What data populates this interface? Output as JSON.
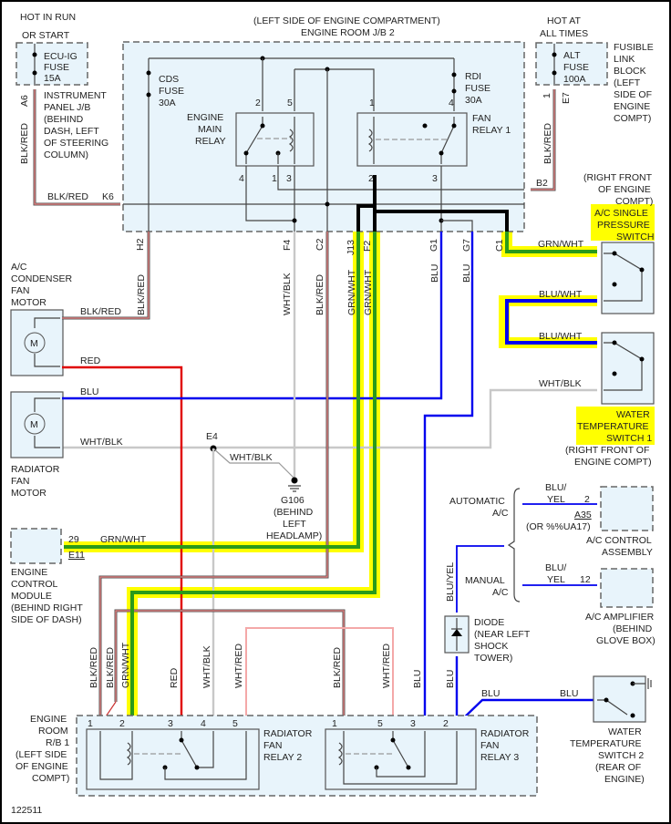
{
  "diagram": {
    "figure_id": "122511",
    "components": {
      "ecu_ig_fuse": {
        "header": [
          "HOT IN RUN",
          "OR START"
        ],
        "label": [
          "ECU-IG",
          "FUSE",
          "15A"
        ],
        "connector": "A6",
        "location": [
          "INSTRUMENT",
          "PANEL J/B",
          "(BEHIND",
          "DASH, LEFT",
          "OF STEERING",
          "COLUMN)"
        ]
      },
      "engine_room_jb2": {
        "title": [
          "(LEFT SIDE OF ENGINE COMPARTMENT)",
          "ENGINE ROOM J/B 2"
        ]
      },
      "cds_fuse": {
        "label": [
          "CDS",
          "FUSE",
          "30A"
        ]
      },
      "rdi_fuse": {
        "label": [
          "RDI",
          "FUSE",
          "30A"
        ]
      },
      "engine_main_relay": {
        "label": [
          "ENGINE",
          "MAIN",
          "RELAY"
        ],
        "pins": [
          "2",
          "5",
          "4",
          "1",
          "3"
        ]
      },
      "fan_relay_1": {
        "label": [
          "FAN",
          "RELAY 1"
        ],
        "pins": [
          "1",
          "4",
          "2",
          "3"
        ]
      },
      "alt_fuse": {
        "header": [
          "HOT AT",
          "ALL TIMES"
        ],
        "label": [
          "ALT",
          "FUSE",
          "100A"
        ],
        "pin": "1",
        "connector": "E7",
        "location": [
          "FUSIBLE",
          "LINK",
          "BLOCK",
          "(LEFT",
          "SIDE OF",
          "ENGINE",
          "COMPT)"
        ]
      },
      "ac_single_pressure_switch": {
        "location": [
          "(RIGHT FRONT",
          "OF ENGINE",
          "COMPT)"
        ],
        "label": [
          "A/C SINGLE",
          "PRESSURE",
          "SWITCH"
        ],
        "highlighted": true
      },
      "water_temp_switch_1": {
        "label": [
          "WATER",
          "TEMPERATURE",
          "SWITCH 1"
        ],
        "location": [
          "(RIGHT FRONT OF",
          "ENGINE COMPT)"
        ],
        "highlighted": true
      },
      "ac_condenser_fan_motor": {
        "label": [
          "A/C",
          "CONDENSER",
          "FAN",
          "MOTOR"
        ],
        "symbol": "M"
      },
      "radiator_fan_motor": {
        "label": [
          "RADIATOR",
          "FAN",
          "MOTOR"
        ],
        "symbol": "M"
      },
      "ground_g106": {
        "splice": "E4",
        "label": [
          "G106",
          "(BEHIND",
          "LEFT",
          "HEADLAMP)"
        ]
      },
      "ecm": {
        "pin": "29",
        "connector": "E11",
        "label": [
          "ENGINE",
          "CONTROL",
          "MODULE",
          "(BEHIND RIGHT",
          "SIDE OF DASH)"
        ]
      },
      "ac_control_assembly": {
        "mode": [
          "AUTOMATIC",
          "A/C"
        ],
        "wire": [
          "BLU/",
          "YEL"
        ],
        "pin": "2",
        "connector": "A35",
        "alt_connector": "(OR %%UA17)",
        "label": [
          "A/C CONTROL",
          "ASSEMBLY"
        ]
      },
      "ac_amplifier": {
        "mode": [
          "MANUAL",
          "A/C"
        ],
        "wire": [
          "BLU/",
          "YEL"
        ],
        "pin": "12",
        "label": [
          "A/C AMPLIFIER",
          "(BEHIND",
          "GLOVE BOX)"
        ]
      },
      "diode": {
        "label": [
          "DIODE",
          "(NEAR LEFT",
          "SHOCK",
          "TOWER)"
        ]
      },
      "engine_room_rb1": {
        "label": [
          "ENGINE",
          "ROOM",
          "R/B 1",
          "(LEFT SIDE",
          "OF ENGINE",
          "COMPT)"
        ]
      },
      "radiator_fan_relay_2": {
        "label": [
          "RADIATOR",
          "FAN",
          "RELAY 2"
        ],
        "pins": [
          "1",
          "2",
          "3",
          "4",
          "5"
        ]
      },
      "radiator_fan_relay_3": {
        "label": [
          "RADIATOR",
          "FAN",
          "RELAY 3"
        ],
        "pins": [
          "1",
          "5",
          "3",
          "2"
        ]
      },
      "water_temp_switch_2": {
        "label": [
          "WATER",
          "TEMPERATURE",
          "SWITCH 2",
          "(REAR OF",
          "ENGINE)"
        ]
      }
    },
    "connectors": {
      "k6": "K6",
      "h2": "H2",
      "f4": "F4",
      "c2": "C2",
      "j13": "J13",
      "f2": "F2",
      "g1": "G1",
      "g7": "G7",
      "c1": "C1",
      "b2": "B2"
    },
    "wire_labels": {
      "blk_red": "BLK/RED",
      "red": "RED",
      "blu": "BLU",
      "wht_blk": "WHT/BLK",
      "grn_wht": "GRN/WHT",
      "blu_wht": "BLU/WHT",
      "wht_red": "WHT/RED",
      "blu_yel": "BLU/YEL"
    },
    "colors": {
      "highlight": "#ffff00",
      "blk_red": "#555555",
      "red": "#e00000",
      "blu": "#0000ee",
      "wht_blk": "#c8c8c8",
      "grn_wht": "#2a9a1a",
      "box_fill": "#e8f4fb"
    }
  }
}
